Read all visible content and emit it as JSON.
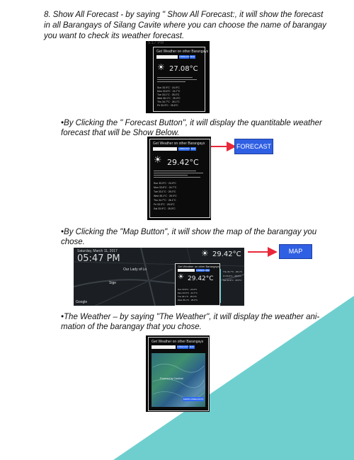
{
  "section8": {
    "line1": "8. Show All Forecast -  by saying \" Show All Forecast:, it will show the forecast",
    "line2": "in all Barangays of  Silang Cavite where you can choose the name of barangay",
    "line3": "you want to check its weather forecast."
  },
  "bullet_forecast": {
    "line1": "•By Clicking the \" Forecast Button\", it will display the quantitable weather",
    "line2": "forecast that will be Show Below."
  },
  "bullet_map": {
    "line1": "•By Clicking the \"Map Button\", it will show the map of the barangay you",
    "line2": "chose."
  },
  "bullet_weather": {
    "line1": "•The Weather – by saying \"The Weather\", it will display the weather ani-",
    "line2": "mation of the barangay that you chose."
  },
  "screens": {
    "panel_title": "Get Weather on other Barangays",
    "forecast_button": "FORECAST",
    "map_button": "MAP",
    "shot1_temp": "27.08°C",
    "shot1_clock": "5:17 PM",
    "shot2_temp": "29.42°C",
    "shot3_date": "Saturday, March 11, 2017",
    "shot3_time": "05:47 PM",
    "shot3_temp_top": "29.42°C",
    "shot3_temp": "29.42°C",
    "shot3_place": "Our Lady of Lo",
    "shot3_sign": "Sige",
    "shot3_google": "Google",
    "shot4_button": "SHOW FORECASTS",
    "shot4_anim": "Powered by Cardinal",
    "forecast_rows": [
      "Sun 33.9°C · 24.9°C",
      "Mon 33.6°C · 24.7°C",
      "Tue 33.1°C · 25.0°C",
      "Wed 35.1°C · 25.0°C",
      "Thu 34.7°C · 26.1°C",
      "Fri 33.3°C · 25.6°C",
      "Sat 33.9°C · 25.5°C"
    ]
  },
  "callouts": {
    "forecast": "FORECAST",
    "map": "MAP"
  },
  "icons": [
    "sun-icon",
    "arrow-icon"
  ],
  "colors": {
    "teal": "#6fcfcf",
    "button_blue": "#2f5fe3",
    "arrow_red": "#e8283a"
  }
}
